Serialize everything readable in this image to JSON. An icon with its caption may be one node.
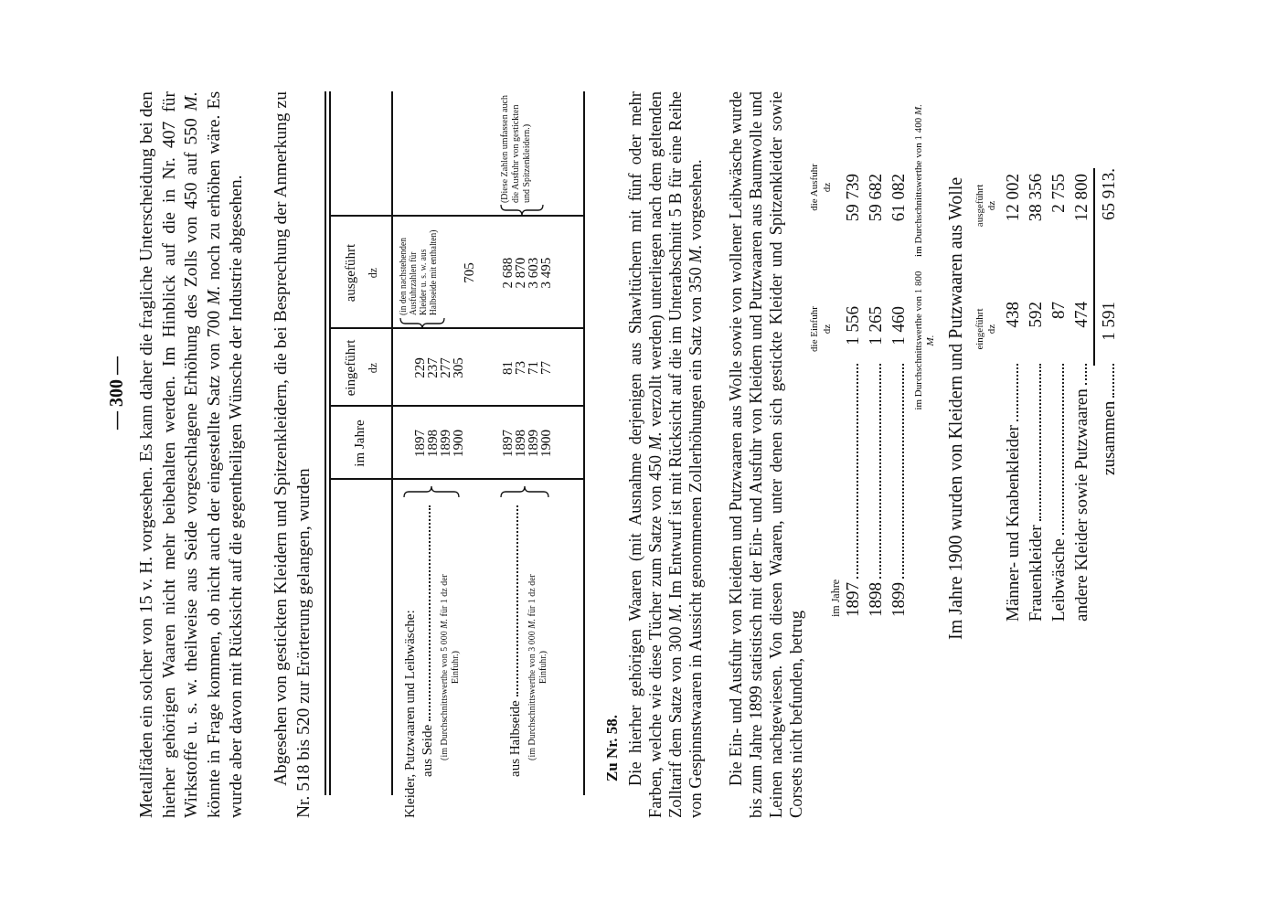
{
  "diagram": {
    "labels": [
      "— 300 —",
      "Zu Nr. 58.",
      "Metallfäden ein solcher von 15 v. H. vorgesehen. Es kann daher die fragliche Unterscheidung bei den hierher gehörigen Waaren nicht mehr beibehalten werden. Im Hinblick auf die in Nr. 407 für Wirkstoffe u. s. w. theilweise aus Seide vorgeschlagene Erhöhung des Zolls von 450 auf 550 *M.* könnte in Frage kommen, ob nicht auch der eingestellte Satz von 700 *M.* noch zu erhöhen wäre. Es wurde aber davon mit Rücksicht auf die gegentheiligen Wünsche der Industrie abgesehen.",
      "Abgesehen von gestickten Kleidern und Spitzenkleidern, die bei Besprechung der Anmerkung zu Nr. 518 bis 520 zur Erörterung gelangen, wurden",
      "im Jahre",
      "eingeführt",
      "dz",
      "ausgeführt",
      "dz",
      "Kleider, Putzwaaren und Leibwäsche:",
      "aus Seide",
      "(im Durchschnittswerthe von 5 000 *M.* für 1 dz der Einfuhr.)",
      "1897",
      "1898",
      "1899",
      "1900",
      "229",
      "237",
      "277",
      "305",
      "(in den nachstehenden Ausfuhrzahlen für Kleider u. s. w. aus Halbseide mit enthalten)",
      "705",
      "aus Halbseide",
      "(im Durchschnittswerthe von 3 000 *M.* für 1 dz der Einfuhr.)",
      "1897",
      "1898",
      "1899",
      "1900",
      "81",
      "73",
      "71",
      "77",
      "2 688",
      "2 870",
      "3 603",
      "3 495",
      "(Diese Zahlen umfassen auch die Ausfuhr von gestickten und Spitzenkleidern.)",
      "Die hierher gehörigen Waaren (mit Ausnahme derjenigen aus Shawltüchern mit fünf oder mehr Farben, welche wie diese Tücher zum Satze von 450 *M.* verzollt werden) unterliegen nach dem geltenden Zolltarif dem Satze von 300 *M.* Im Entwurf ist mit Rücksicht auf die im Unterabschnitt 5 B für eine Reihe von Gespinnstwaaren in Aussicht genommenen Zollerhöhungen ein Satz von 350 *M.* vorgesehen.",
      "Die Ein- und Ausfuhr von Kleidern und Putzwaaren aus Wolle sowie von wollener Leibwäsche wurde bis zum Jahre 1899 statistisch mit der Ein- und Ausfuhr von Kleidern und Putzwaaren aus Baumwolle und Leinen nachgewiesen. Von diesen Waaren, unter denen sich gestickte Kleider und Spitzenkleider sowie Corsets nicht befunden, betrug",
      "im Jahre",
      "die Einfuhr",
      "dz",
      "die Ausfuhr",
      "dz",
      "1897",
      "1 556",
      "59 739",
      "1898",
      "1 265",
      "59 682",
      "1899",
      "1 460",
      "61 082",
      "im Durchschnittswerthe von 1 800 *M.*",
      "im Durchschnittswerthe von 1 400 *M.*",
      "Im Jahre 1900 wurden von Kleidern und Putzwaaren aus Wolle",
      "eingeführt",
      "dz",
      "ausgeführt",
      "dz",
      "Männer- und Knabenkleider",
      "438",
      "12 002",
      "Frauenkleider",
      "592",
      "38 356",
      "Leibwäsche",
      "87",
      "2 755",
      "andere Kleider sowie Putzwaaren",
      "474",
      "12 800",
      "zusammen",
      "1 591",
      "65 913."
    ]
  }
}
